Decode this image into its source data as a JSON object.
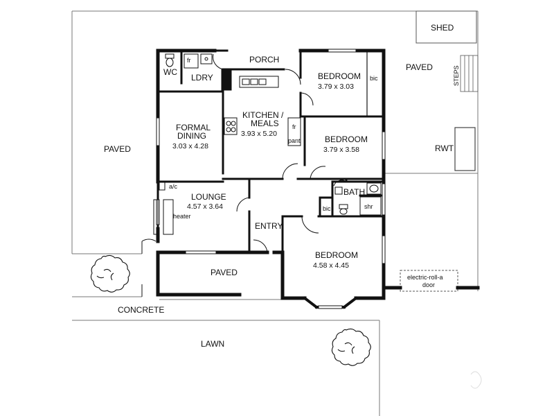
{
  "rooms": {
    "wc": "WC",
    "fr_laundry": "fr",
    "laundry": "LDRY",
    "porch": "PORCH",
    "bedroom1": {
      "name": "BEDROOM",
      "size": "3.79 x 3.03"
    },
    "bic1": "bic",
    "formal_dining": {
      "name1": "FORMAL",
      "name2": "DINING",
      "size": "3.03 x 4.28"
    },
    "kitchen": {
      "name1": "KITCHEN /",
      "name2": "MEALS",
      "size": "3.93 x 5.20"
    },
    "fr_kitchen": "fr",
    "pantry": "pant",
    "bedroom2": {
      "name": "BEDROOM",
      "size": "3.79 x 3.58"
    },
    "lounge": {
      "name": "LOUNGE",
      "size": "4.57 x 3.64"
    },
    "ac": "a/c",
    "heater": "heater",
    "bath": "BATH",
    "bic2": "bic",
    "shower": "shr",
    "entry": "ENTRY",
    "bedroom3": {
      "name": "BEDROOM",
      "size": "4.58 x 4.45"
    },
    "paved_front": "PAVED"
  },
  "site": {
    "shed": "SHED",
    "paved_right": "PAVED",
    "paved_left": "PAVED",
    "rwt": "RWT",
    "steps": "STEPS",
    "garage_door1": "electric-roll-a",
    "garage_door2": "door",
    "concrete": "CONCRETE",
    "lawn": "LAWN"
  }
}
